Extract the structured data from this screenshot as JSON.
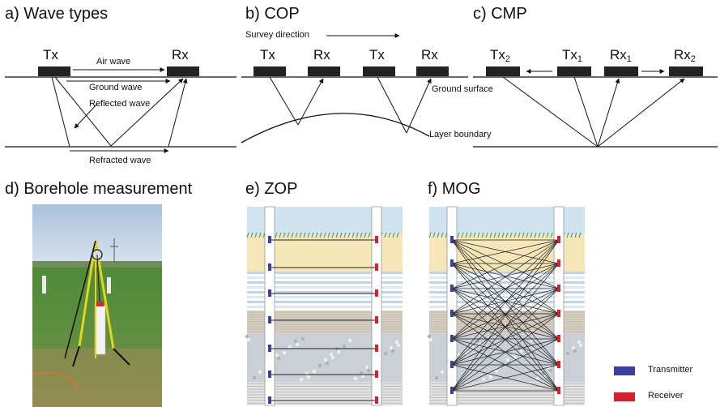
{
  "panels": {
    "a": {
      "title": "a) Wave types",
      "tx": "Tx",
      "rx": "Rx",
      "air_wave": "Air wave",
      "ground_wave": "Ground wave",
      "reflected_wave": "Reflected wave",
      "refracted_wave": "Refracted wave"
    },
    "b": {
      "title": "b) COP",
      "survey_direction": "Survey direction",
      "tx1": "Tx",
      "rx1": "Rx",
      "tx2": "Tx",
      "rx2": "Rx",
      "ground_surface": "Ground surface",
      "layer_boundary": "Layer boundary"
    },
    "c": {
      "title": "c) CMP",
      "tx2": "Tx",
      "tx2_sub": "2",
      "tx1": "Tx",
      "tx1_sub": "1",
      "rx1": "Rx",
      "rx1_sub": "1",
      "rx2": "Rx",
      "rx2_sub": "2"
    },
    "d": {
      "title": "d) Borehole measurement"
    },
    "e": {
      "title": "e) ZOP"
    },
    "f": {
      "title": "f) MOG"
    }
  },
  "legend": {
    "transmitter": "Transmitter",
    "receiver": "Receiver",
    "transmitter_color": "#3b3f9e",
    "receiver_color": "#d8202a"
  }
}
